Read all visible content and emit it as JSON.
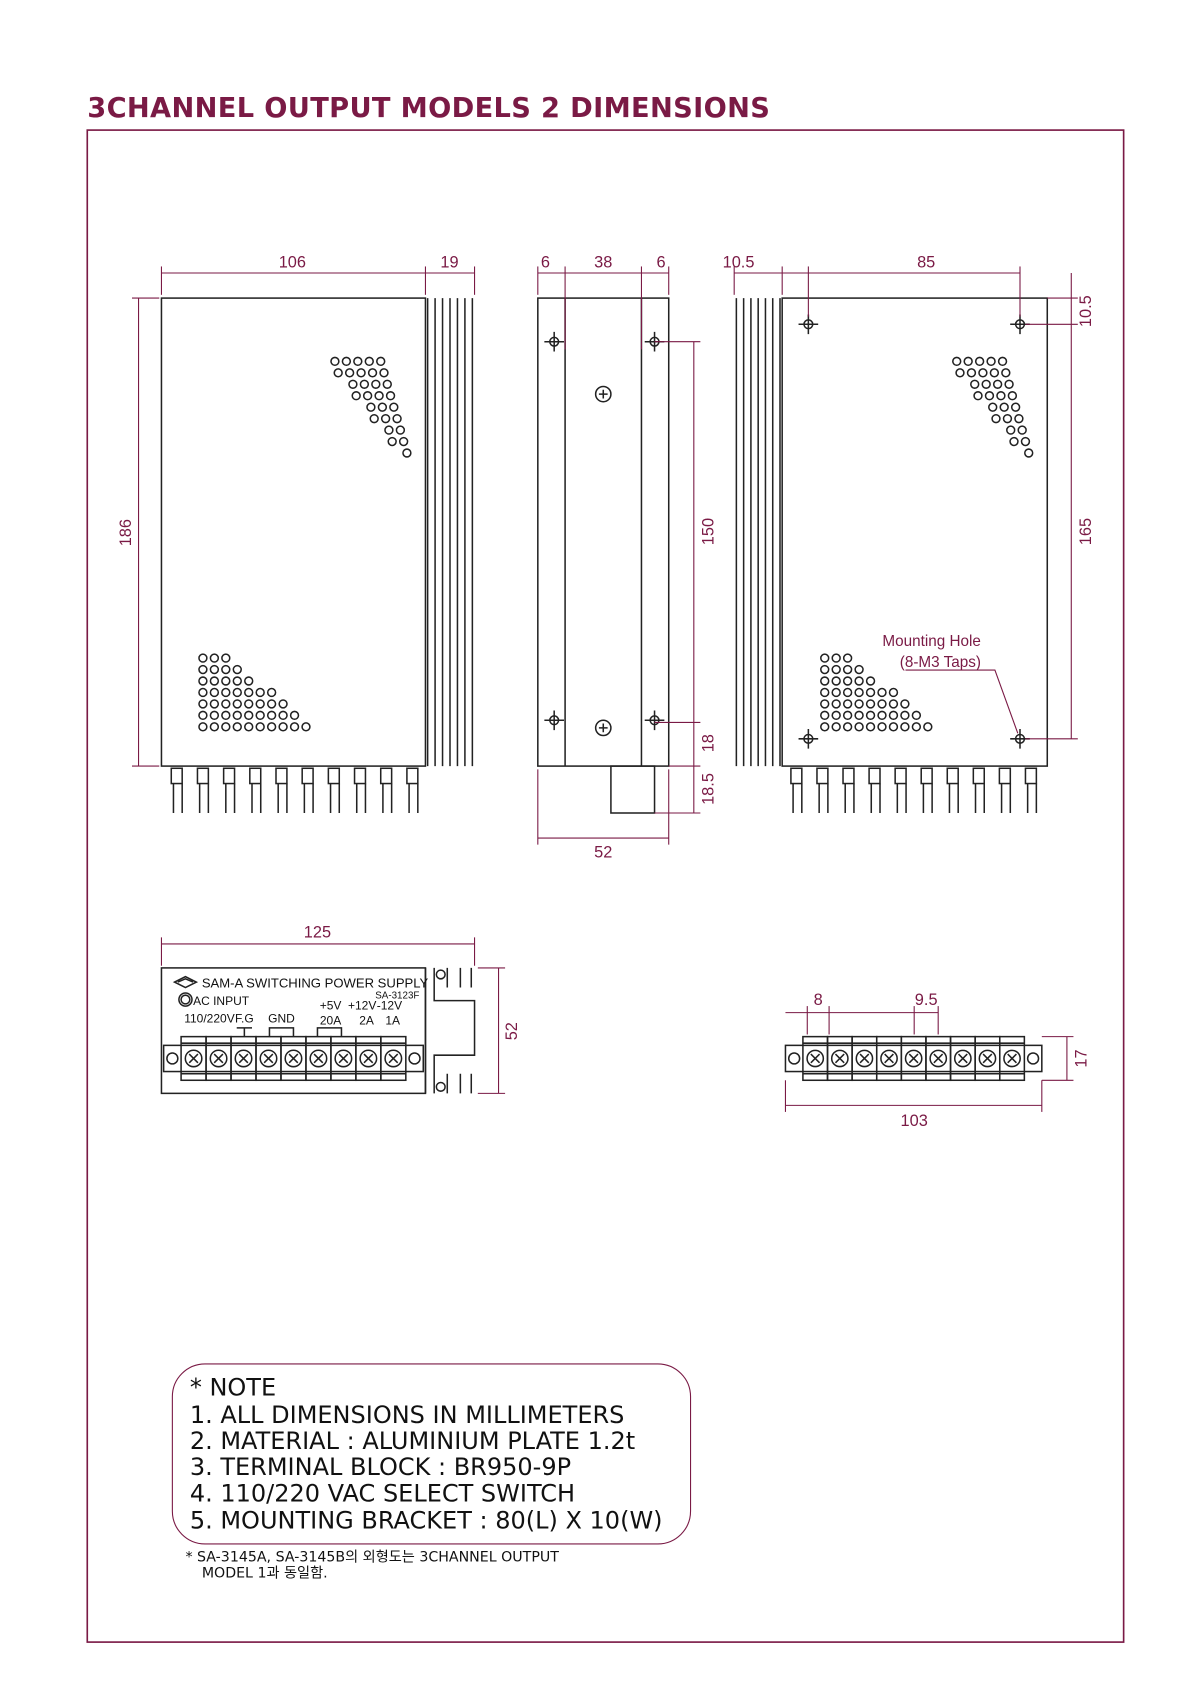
{
  "title": "3CHANNEL OUTPUT MODELS 2 DIMENSIONS",
  "colors": {
    "accent": "#7a1a45",
    "line": "#222222"
  },
  "front_view": {
    "width": "106",
    "fin": "19",
    "height": "186"
  },
  "side_view": {
    "edge_left": "6",
    "middle": "38",
    "edge_right": "6",
    "hole_span": "150",
    "bottom_offset": "18",
    "terminal_height": "18.5",
    "depth": "52"
  },
  "rear_view": {
    "fin": "10.5",
    "hole_span_h": "85",
    "top_offset": "10.5",
    "hole_span_v": "165",
    "mounting_hole": "Mounting Hole",
    "mounting_taps": "(8-M3 Taps)"
  },
  "bottom_view": {
    "width": "125",
    "height": "52",
    "brand": "SAM-A SWITCHING POWER SUPPLY",
    "model": "SA-3123F",
    "ac_input": "AC INPUT",
    "labels": [
      "110/220V",
      "F.G",
      "GND",
      "+5V",
      "20A",
      "+12V",
      "2A",
      "-12V",
      "1A"
    ]
  },
  "terminal_block": {
    "pitch_a": "8",
    "pitch_b": "9.5",
    "height": "17",
    "length": "103"
  },
  "notes": {
    "heading": "* NOTE",
    "items": [
      "1. ALL DIMENSIONS IN MILLIMETERS",
      "2. MATERIAL : ALUMINIUM PLATE 1.2t",
      "3. TERMINAL BLOCK : BR950-9P",
      "4. 110/220 VAC SELECT SWITCH",
      "5. MOUNTING BRACKET : 80(L) X 10(W)"
    ],
    "footnote_1": "* SA-3145A, SA-3145B의 외형도는 3CHANNEL OUTPUT",
    "footnote_2": "MODEL 1과 동일함."
  }
}
